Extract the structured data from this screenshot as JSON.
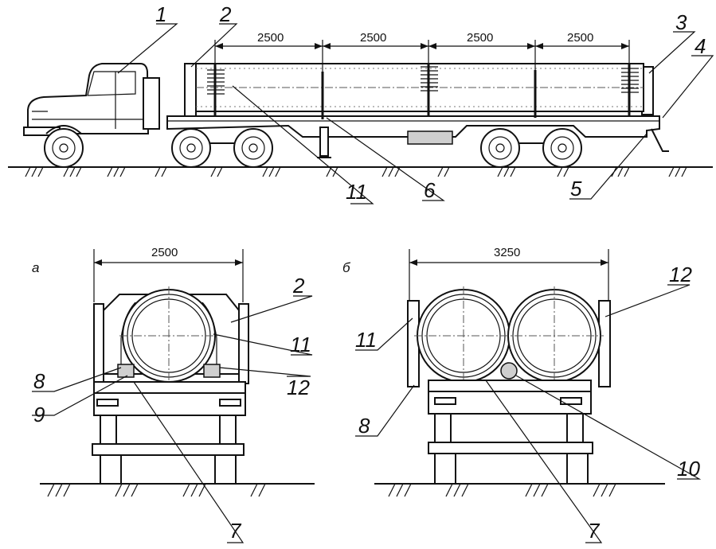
{
  "figure": {
    "callouts_top": [
      "1",
      "2",
      "3",
      "4",
      "11",
      "6",
      "5"
    ],
    "callouts_a": [
      "2",
      "11",
      "12",
      "8",
      "9",
      "7"
    ],
    "callouts_b": [
      "12",
      "11",
      "8",
      "10",
      "7"
    ],
    "dims_top": [
      "2500",
      "2500",
      "2500",
      "2500"
    ],
    "view_a": {
      "label": "а",
      "width_dim": "2500"
    },
    "view_b": {
      "label": "б",
      "width_dim": "3250"
    }
  }
}
